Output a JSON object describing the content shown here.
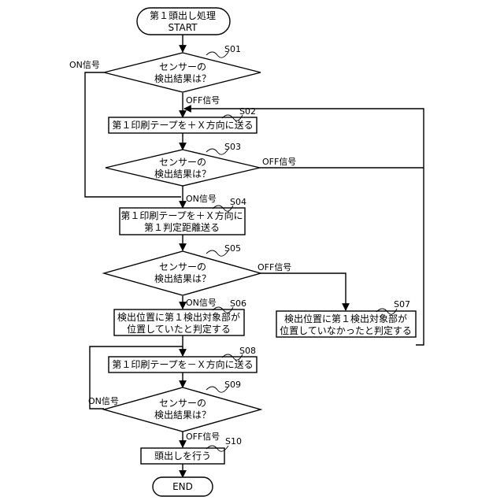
{
  "flowchart": {
    "start": {
      "line1": "第１頭出し処理",
      "line2": "START"
    },
    "end": "END",
    "decisions": {
      "s01": {
        "step": "S01",
        "line1": "センサーの",
        "line2": "検出結果は？"
      },
      "s03": {
        "step": "S03",
        "line1": "センサーの",
        "line2": "検出結果は？"
      },
      "s05": {
        "step": "S05",
        "line1": "センサーの",
        "line2": "検出結果は？"
      },
      "s09": {
        "step": "S09",
        "line1": "センサーの",
        "line2": "検出結果は？"
      }
    },
    "processes": {
      "s02": {
        "step": "S02",
        "text": "第１印刷テープを＋Ｘ方向に送る"
      },
      "s04": {
        "step": "S04",
        "line1": "第１印刷テープを＋Ｘ方向に",
        "line2": "第１判定距離送る"
      },
      "s06": {
        "step": "S06",
        "line1": "検出位置に第１検出対象部が",
        "line2": "位置していたと判定する"
      },
      "s07": {
        "step": "S07",
        "line1": "検出位置に第１検出対象部が",
        "line2": "位置していなかったと判定する"
      },
      "s08": {
        "step": "S08",
        "text": "第１印刷テープを－Ｘ方向に送る"
      },
      "s10": {
        "step": "S10",
        "text": "頭出しを行う"
      }
    },
    "labels": {
      "s01_on": "ON信号",
      "s01_off": "OFF信号",
      "s03_off": "OFF信号",
      "s03_on": "ON信号",
      "s05_off": "OFF信号",
      "s05_on": "ON信号",
      "s09_on": "ON信号",
      "s09_off": "OFF信号"
    }
  }
}
